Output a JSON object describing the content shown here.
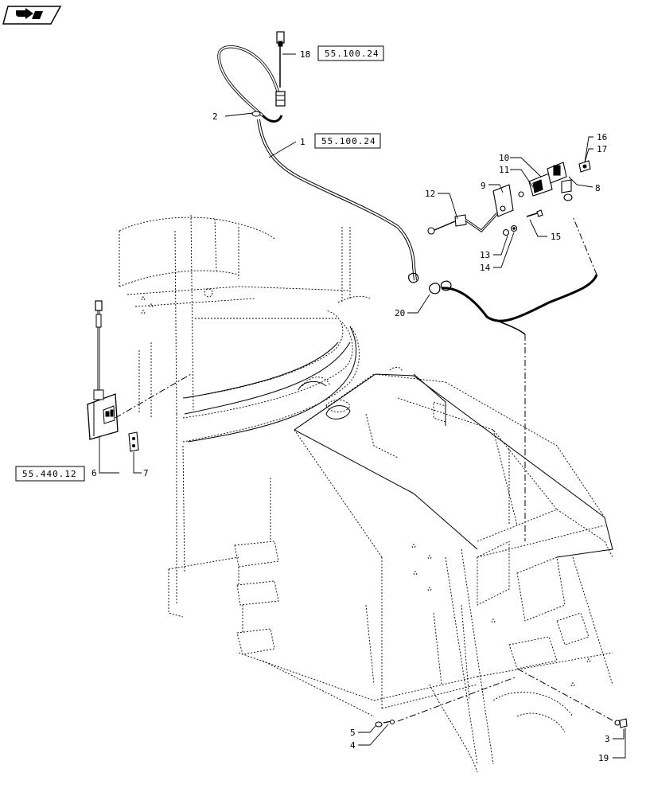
{
  "nav": {
    "icon": "next-page-arrow-icon"
  },
  "callouts": {
    "c1": "1",
    "c2": "2",
    "c3": "3",
    "c4": "4",
    "c5": "5",
    "c6": "6",
    "c7": "7",
    "c8": "8",
    "c9": "9",
    "c10": "10",
    "c11": "11",
    "c12": "12",
    "c13": "13",
    "c14": "14",
    "c15": "15",
    "c16": "16",
    "c17": "17",
    "c18": "18",
    "c19": "19",
    "c20": "20"
  },
  "refs": {
    "r18": "55.100.24",
    "r1": "55.100.24",
    "r6": "55.440.12"
  }
}
